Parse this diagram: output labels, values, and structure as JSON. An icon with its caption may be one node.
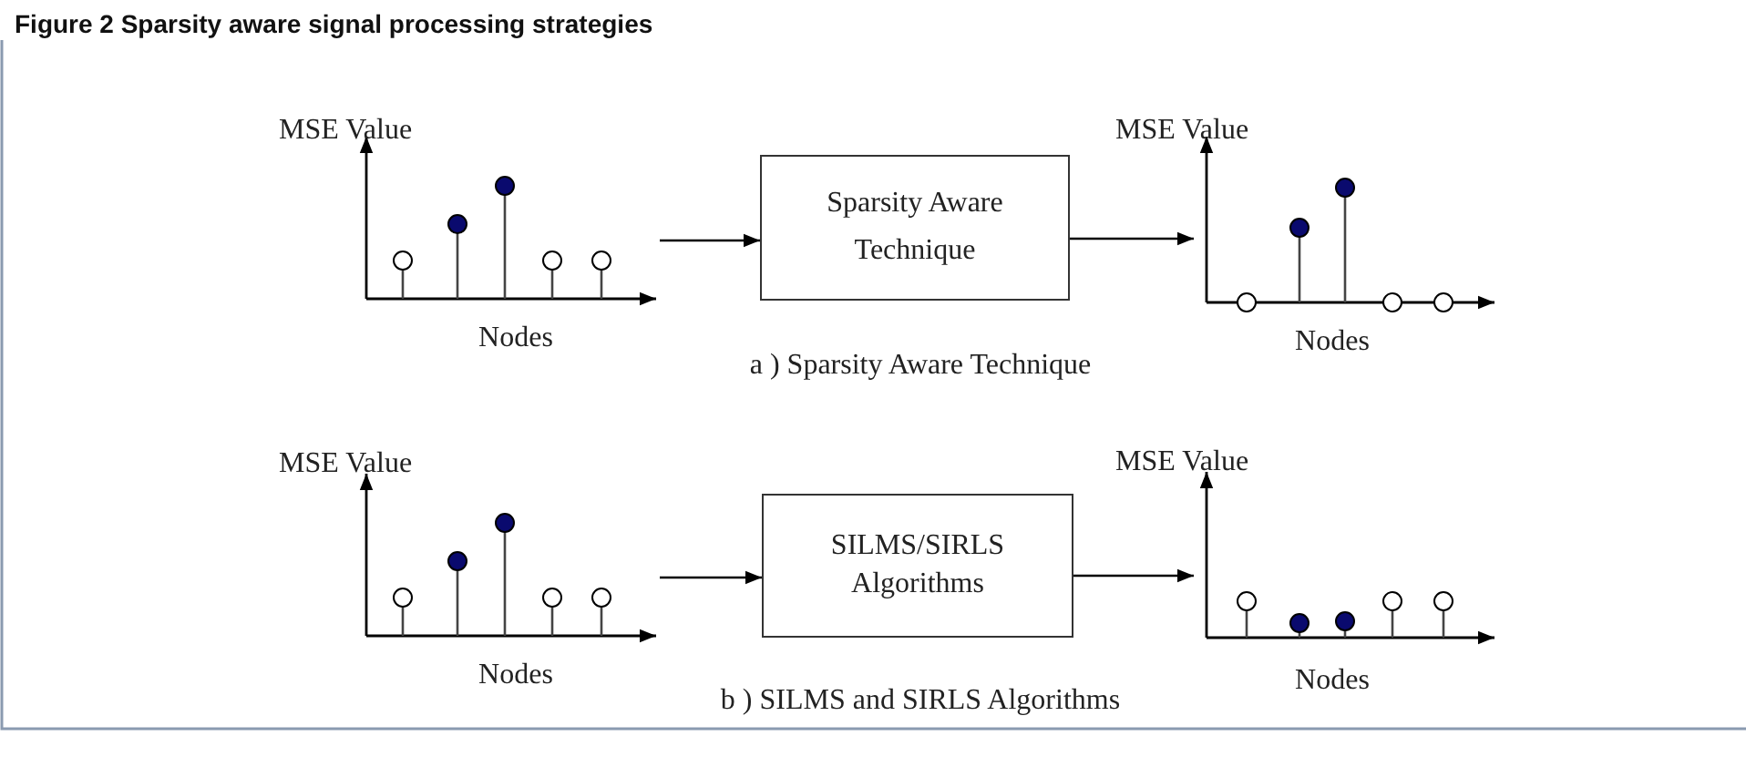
{
  "diagram": {
    "title": "Figure 2 Sparsity aware signal processing strategies",
    "nodes": [
      {
        "text": [
          "MSE Value",
          "Nodes"
        ]
      },
      {
        "text": [
          "Sparsity Aware Technique"
        ]
      },
      {
        "text": [
          "MSE Value",
          "Nodes"
        ]
      },
      {
        "text": [
          "MSE Value",
          "Nodes"
        ]
      },
      {
        "text": [
          "SILMS/SIRLS Algorithms"
        ]
      },
      {
        "text": [
          "MSE Value",
          "Nodes"
        ]
      }
    ],
    "edges": [
      {
        "from": 0,
        "to": 1,
        "arrow": "to"
      },
      {
        "from": 1,
        "to": 2,
        "arrow": "to"
      },
      {
        "from": 3,
        "to": 4,
        "arrow": "to"
      },
      {
        "from": 4,
        "to": 5,
        "arrow": "to"
      }
    ],
    "labels": [
      "a ) Sparsity Aware Technique",
      "b ) SILMS and SIRLS Algorithms"
    ]
  }
}
